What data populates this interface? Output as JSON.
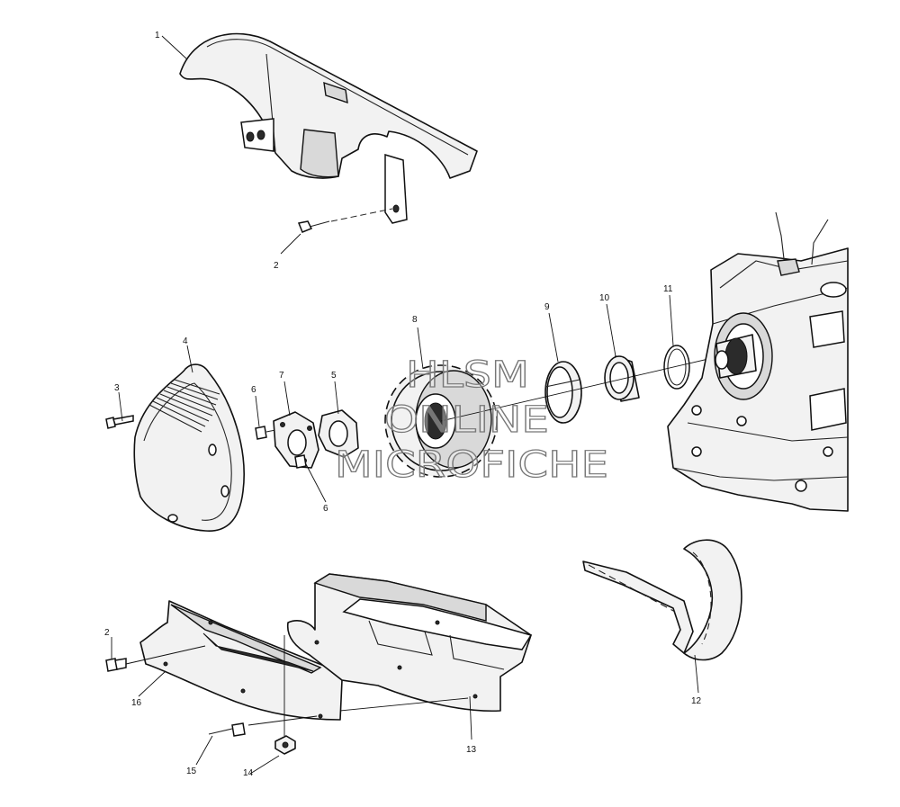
{
  "watermark": {
    "line1": "HLSM",
    "line2": "ONLINE",
    "line3": "MICROFICHE"
  },
  "callouts": {
    "c1": "1",
    "c2_top": "2",
    "c2_bottom": "2",
    "c3": "3",
    "c4": "4",
    "c5": "5",
    "c6_top": "6",
    "c6_bottom": "6",
    "c7": "7",
    "c8": "8",
    "c9": "9",
    "c10": "10",
    "c11": "11",
    "c12": "12",
    "c13": "13",
    "c14": "14",
    "c15": "15",
    "c16": "16"
  }
}
